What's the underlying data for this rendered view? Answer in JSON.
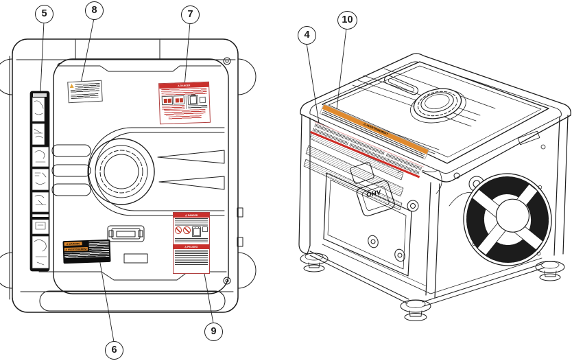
{
  "figure": {
    "description": "Exploded safety-decal location diagram of a portable generator: side panel view (left) and isometric view (right)",
    "callouts": [
      {
        "n": "5"
      },
      {
        "n": "8"
      },
      {
        "n": "7"
      },
      {
        "n": "6"
      },
      {
        "n": "9"
      },
      {
        "n": "4"
      },
      {
        "n": "10"
      }
    ],
    "warning_labels": {
      "danger_top": {
        "header": "⚠ DANGER"
      },
      "danger_bottom": {
        "header_en": "⚠ DANGER",
        "header_es": "⚠ PELIGRO"
      },
      "warning_black": {
        "header_en": "⚠ WARNING",
        "header_fr": "⚠ AVERTISSEMENT"
      },
      "strip_warning": {
        "header_fr": "⚠ AVERTISSEMENT"
      }
    },
    "engine": {
      "valve_cover_text": "OHV"
    },
    "colors": {
      "danger_red": "#c9302c",
      "warning_orange": "#e08a2e",
      "ink": "#1c1c1c"
    }
  }
}
